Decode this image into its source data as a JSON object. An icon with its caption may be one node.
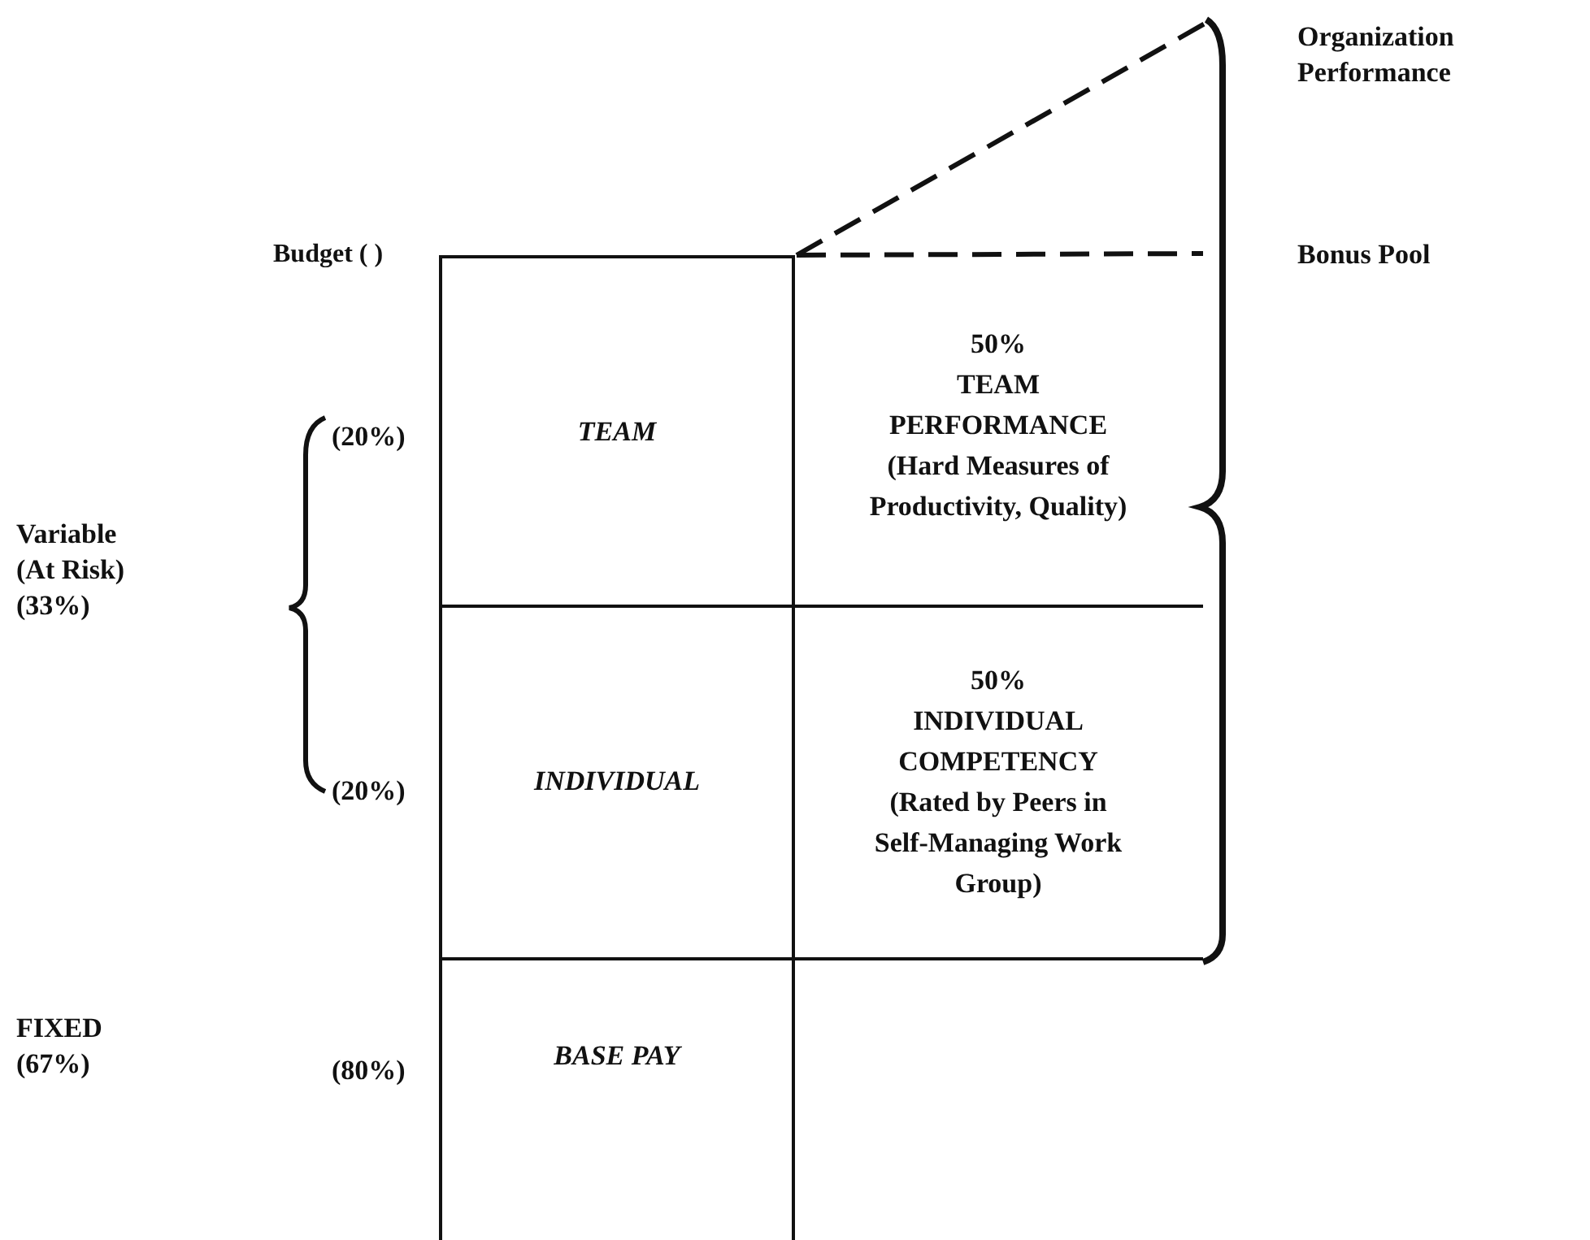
{
  "diagram": {
    "nodes": [
      {
        "text": [
          "TEAM"
        ]
      },
      {
        "text": [
          "50%",
          "TEAM PERFORMANCE",
          "(Hard Measures of Productivity, Quality)"
        ]
      },
      {
        "text": [
          "INDIVIDUAL"
        ]
      },
      {
        "text": [
          "50%",
          "INDIVIDUAL COMPETENCY",
          "(Rated by Peers in Self-Managing Work Group)"
        ]
      },
      {
        "text": [
          "BASE PAY"
        ]
      }
    ],
    "edges": [],
    "labels": [
      "Organization Performance",
      "Budget ( )",
      "Bonus Pool",
      "(20%)",
      "Variable (At Risk) (33%)",
      "(20%)",
      "FIXED (67%)",
      "(80%)"
    ]
  }
}
